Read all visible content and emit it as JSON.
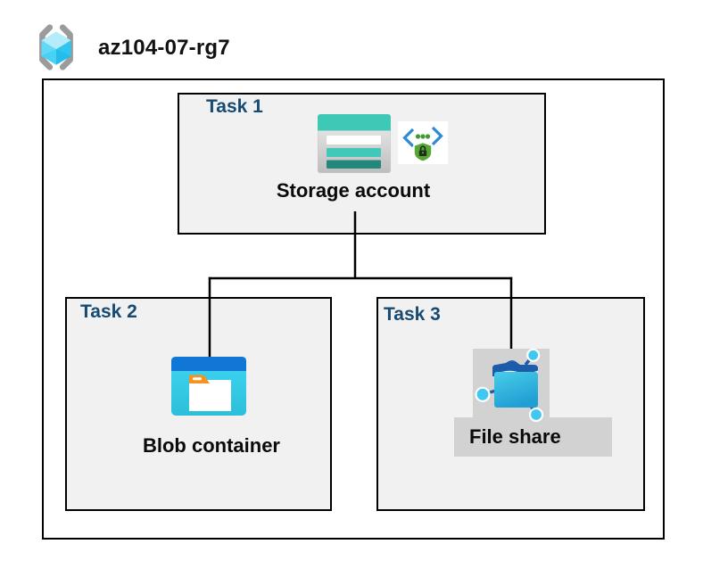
{
  "header": {
    "resource_group_name": "az104-07-rg7",
    "icon": "resource-group-icon"
  },
  "tasks": [
    {
      "label": "Task 1",
      "resource": "Storage account",
      "icons": [
        "storage-account-icon",
        "shared-access-signature-icon"
      ]
    },
    {
      "label": "Task 2",
      "resource": "Blob container",
      "icons": [
        "blob-container-icon"
      ]
    },
    {
      "label": "Task 3",
      "resource": "File share",
      "icons": [
        "file-share-icon"
      ]
    }
  ],
  "colors": {
    "task_label_navy": "#174A73",
    "box_fill_gray": "#F1F1F1",
    "border_black": "#000000",
    "file_share_label_bg": "#D2D2D2",
    "storage_teal": "#3EC8B6",
    "storage_dark_teal": "#21887B",
    "blob_header_blue": "#1177D6",
    "blob_body_cyan": "#38CBE8",
    "folder_tab_orange": "#F6921E",
    "fileshare_folder_blue": "#1F9FD4",
    "network_node_cyan": "#3EC8F2",
    "shield_green": "#57A635",
    "bracket_blue": "#2B8BD9",
    "cube_cyan": "#55D4F4"
  }
}
